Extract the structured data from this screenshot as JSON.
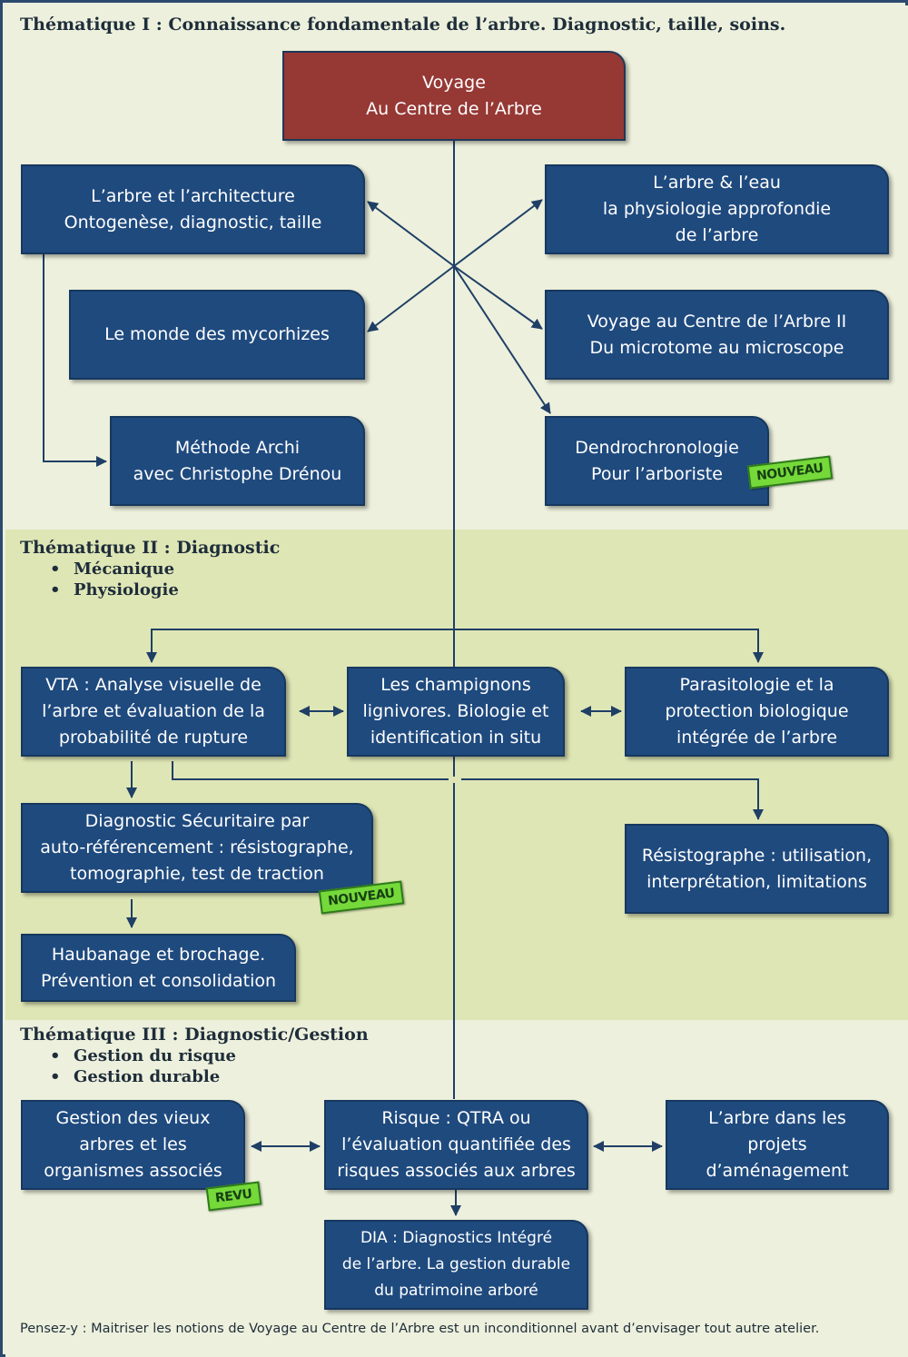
{
  "sections": [
    {
      "heading": "Thématique I : Connaissance fondamentale de l’arbre. Diagnostic, taille, soins.",
      "bullets": []
    },
    {
      "heading": "Thématique II : Diagnostic",
      "bullets": [
        "Mécanique",
        "Physiologie"
      ]
    },
    {
      "heading": "Thématique III : Diagnostic/Gestion",
      "bullets": [
        "Gestion du risque",
        "Gestion durable"
      ]
    }
  ],
  "nodes": {
    "root": "Voyage\nAu Centre de l’Arbre",
    "architecture": "L’arbre et l’architecture\nOntogenèse, diagnostic, taille",
    "eau": "L’arbre & l’eau\nla physiologie approfondie\nde l’arbre",
    "mycorhizes": "Le monde des mycorhizes",
    "voyage2": "Voyage au Centre de l’Arbre II\nDu microtome au microscope",
    "archi": "Méthode Archi\navec Christophe Drénou",
    "dendro": "Dendrochronologie\nPour l’arboriste",
    "vta": "VTA : Analyse visuelle de\nl’arbre et évaluation de la\nprobabilité de rupture",
    "champignons": "Les champignons\nlignivores. Biologie et\nidentification in situ",
    "parasitologie": "Parasitologie et la\nprotection biologique\nintégrée de l’arbre",
    "diag_secu": "Diagnostic Sécuritaire par\nauto-référencement : résistographe,\ntomographie, test de traction",
    "resistographe": "Résistographe : utilisation,\ninterprétation, limitations",
    "haubanage": "Haubanage et brochage.\nPrévention et consolidation",
    "vieux_arbres": "Gestion des vieux\narbres et les\norganismes associés",
    "qtra": "Risque : QTRA ou\nl’évaluation quantifiée des\nrisques associés aux arbres",
    "amenagement": "L’arbre dans les\nprojets\nd’aménagement",
    "dia": "DIA : Diagnostics Intégré\nde l’arbre. La gestion durable\ndu patrimoine arboré"
  },
  "badges": {
    "dendro": "NOUVEAU",
    "diag_secu": "NOUVEAU",
    "vieux_arbres": "REVU"
  },
  "footer": "Pensez-y : Maitriser les notions de Voyage au Centre de l’Arbre est un inconditionnel avant d’envisager tout autre atelier.",
  "colors": {
    "node_fill": "#1f4a7e",
    "root_fill": "#963834",
    "band_light": "#edf0dc",
    "band_green": "#dfe6b5",
    "badge_green": "#75d93a",
    "line": "#2b4a6e"
  }
}
